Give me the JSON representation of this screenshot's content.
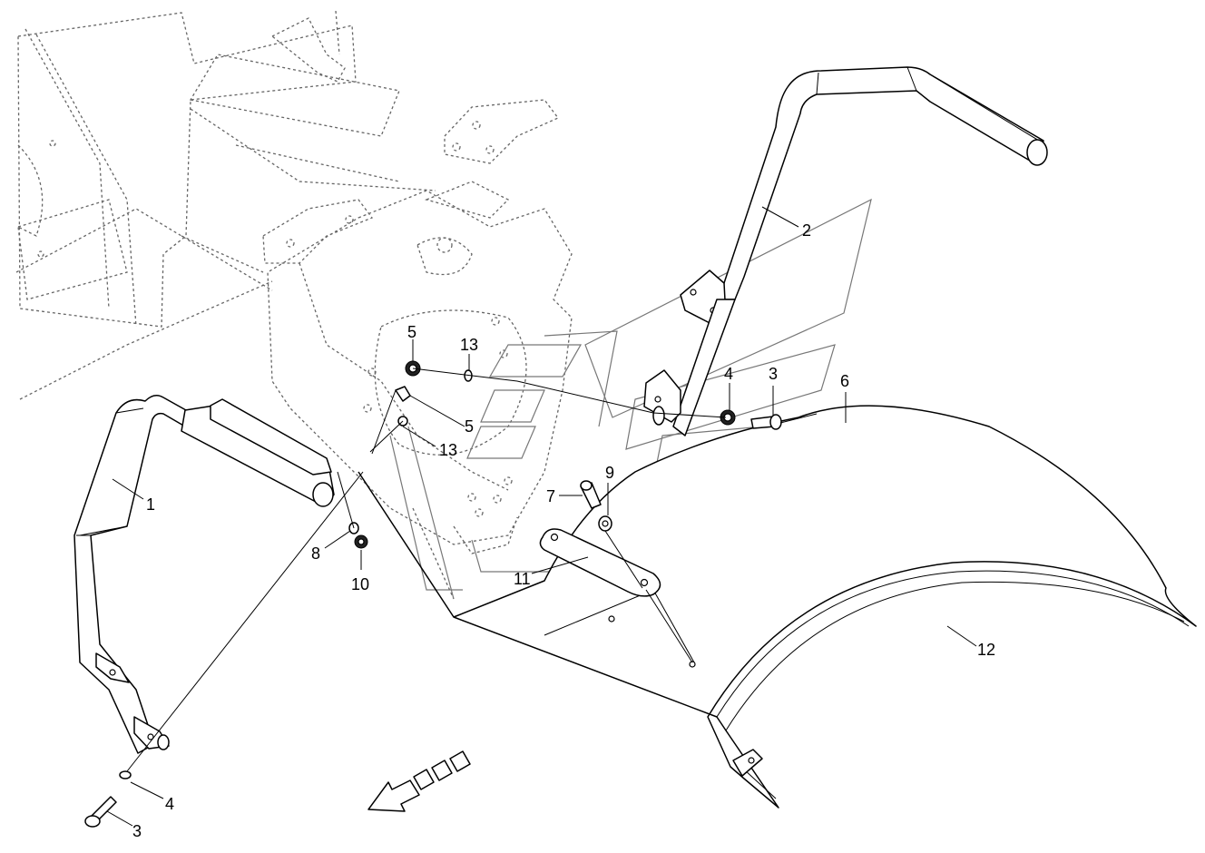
{
  "callouts": [
    {
      "id": "c1",
      "label": "1"
    },
    {
      "id": "c2",
      "label": "2"
    },
    {
      "id": "c3a",
      "label": "3"
    },
    {
      "id": "c3b",
      "label": "3"
    },
    {
      "id": "c4a",
      "label": "4"
    },
    {
      "id": "c4b",
      "label": "4"
    },
    {
      "id": "c5a",
      "label": "5"
    },
    {
      "id": "c5b",
      "label": "5"
    },
    {
      "id": "c6",
      "label": "6"
    },
    {
      "id": "c7",
      "label": "7"
    },
    {
      "id": "c8",
      "label": "8"
    },
    {
      "id": "c9",
      "label": "9"
    },
    {
      "id": "c10",
      "label": "10"
    },
    {
      "id": "c11",
      "label": "11"
    },
    {
      "id": "c12",
      "label": "12"
    },
    {
      "id": "c13a",
      "label": "13"
    },
    {
      "id": "c13b",
      "label": "13"
    }
  ]
}
